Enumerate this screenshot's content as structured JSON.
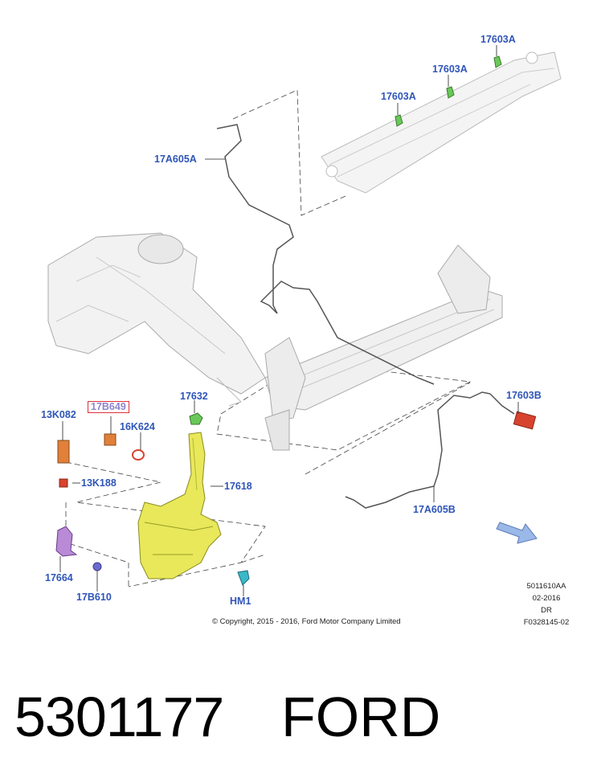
{
  "callouts": {
    "c17603A_1": "17603A",
    "c17603A_2": "17603A",
    "c17603A_3": "17603A",
    "c17A605A": "17A605A",
    "c17603B": "17603B",
    "c13K082": "13K082",
    "c17B649": "17B649",
    "c16K624": "16K624",
    "c17632": "17632",
    "c13K188": "13K188",
    "c17618": "17618",
    "c17A605B": "17A605B",
    "c17664": "17664",
    "c17B610": "17B610",
    "cHM1": "HM1"
  },
  "copyright": "© Copyright, 2015 - 2016, Ford Motor Company Limited",
  "reference": {
    "code": "5011610AA",
    "date": "02-2016",
    "region": "DR",
    "figure": "F0328145-02"
  },
  "footer": {
    "part_number": "5301177",
    "brand": "FORD"
  },
  "colors": {
    "callout_text": "#2f55b8",
    "highlight_box": "#e0303a",
    "reservoir": "#e8e85a",
    "clip_green": "#6ac85a",
    "pump_purple": "#b98ad6",
    "sensor_orange": "#e0803a",
    "connector_red": "#d8432e",
    "nozzle_teal": "#3ab8c8",
    "direction_arrow": "#9ab8e8"
  },
  "icons": {
    "direction_arrow": "front-direction-arrow-icon"
  }
}
